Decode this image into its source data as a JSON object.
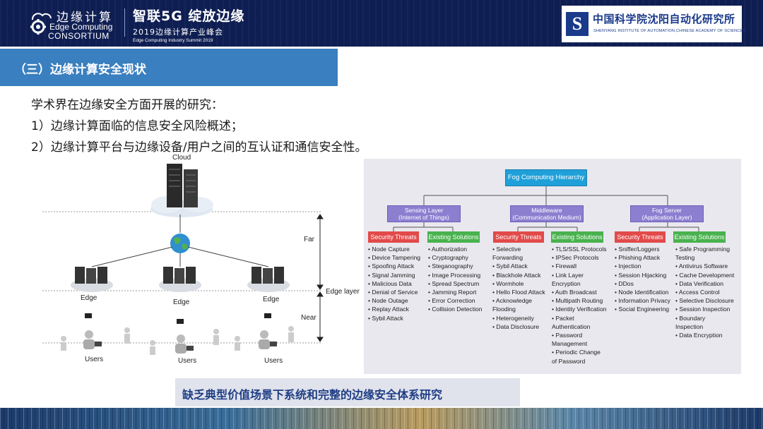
{
  "header": {
    "brand_cn": "边缘计算",
    "brand_en_1": "Edge Computing",
    "brand_en_2": "CONSORTIUM",
    "summit_title": "智联5G  绽放边缘",
    "summit_sub": "2019边缘计算产业峰会",
    "summit_en": "Edge Computing Industry Summit 2019",
    "institute_mark": "S",
    "institute_cn": "中国科学院沈阳自动化研究所",
    "institute_en": "SHENYANG INSTITUTE OF AUTOMATION,CHINESE ACADEMY OF SCIENCES"
  },
  "section_title": "（三）边缘计算安全现状",
  "body": {
    "line1": "学术界在边缘安全方面开展的研究：",
    "line2": "1）边缘计算面临的信息安全风险概述；",
    "line3": "2）边缘计算平台与边缘设备/用户之间的互认证和通信安全性。"
  },
  "network_figure": {
    "cloud": "Cloud",
    "far": "Far",
    "edge_layer": "Edge layer",
    "near": "Near",
    "edge": "Edge",
    "users": "Users"
  },
  "fog": {
    "root": "Fog Computing Hierarchy",
    "threats_label": "Security Threats",
    "solutions_label": "Existing Solutions",
    "layers": [
      {
        "line1": "Sensing Layer",
        "line2": "(Internet of Things)",
        "threats": [
          "Node Capture",
          "Device Tampering",
          "Spoofing Attack",
          "Signal Jamming",
          "Malicious Data",
          "Denial of Service",
          "Node Outage",
          "Replay Attack",
          "Sybil Attack"
        ],
        "solutions": [
          "Authorization",
          "Cryptography",
          "Steganography",
          "Image Processing",
          "Spread Spectrum",
          "Jamming Report",
          "Error Correction",
          "Collision Detection"
        ]
      },
      {
        "line1": "Middleware",
        "line2": "(Communication Medium)",
        "threats": [
          "Selective",
          "Forwarding",
          "Sybil Attack",
          "Blackhole Attack",
          "Wormhole",
          "Hello Flood Attack",
          "Acknowledge",
          "Flooding",
          "Heterogeneity",
          "Data Disclosure"
        ],
        "solutions": [
          "TLS/SSL Protocols",
          "IPSec Protocols",
          "Firewall",
          "Link Layer",
          "Encryption",
          "Auth Broadcast",
          "Multipath Routing",
          "Identity Verification",
          "Packet",
          "Authentication",
          "Password",
          "Management",
          "Periodic Change",
          "of Password"
        ]
      },
      {
        "line1": "Fog Server",
        "line2": "(Application Layer)",
        "threats": [
          "Sniffer/Loggers",
          "Phishing Attack",
          "Injection",
          "Session Hijacking",
          "DDos",
          "Node Identification",
          "Information Privacy",
          "Social Engineering"
        ],
        "solutions": [
          "Safe Programming",
          "Testing",
          "Antivirus Software",
          "Cache Development",
          "Data Verification",
          "Access Control",
          "Selective Disclosure",
          "Session Inspection",
          "Boundary",
          "Inspection",
          "Data Encryption"
        ]
      }
    ]
  },
  "callout": "缺乏典型价值场景下系统和完整的边缘安全体系研究",
  "colors": {
    "header_bg": "#0f1e52",
    "banner_bg": "#3a7fbf",
    "fog_root": "#1fa0d8",
    "fog_layer": "#8c7fd0",
    "threat": "#e24a4a",
    "solution": "#49b24e",
    "callout_text": "#1f3e84"
  },
  "icons": [
    "edge-computing-gear-icon",
    "cloud-server-icon",
    "globe-icon",
    "edge-server-icon",
    "user-icon"
  ]
}
